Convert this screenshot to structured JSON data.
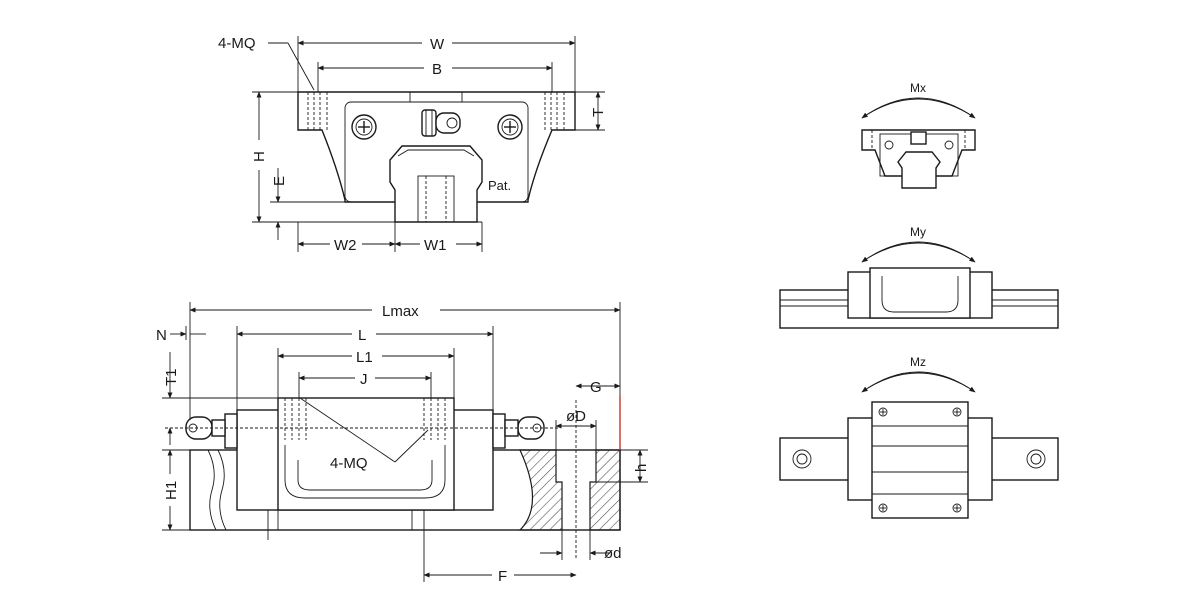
{
  "labels": {
    "mq_top": "4-MQ",
    "w": "W",
    "b": "B",
    "h": "H",
    "e": "E",
    "t": "T",
    "w2": "W2",
    "w1": "W1",
    "pat": "Pat.",
    "lmax": "Lmax",
    "n": "N",
    "l": "L",
    "l1": "L1",
    "j": "J",
    "t1": "T1",
    "h1": "H1",
    "g": "G",
    "phi_d_big": "øD",
    "h_small": "h",
    "phi_d_small": "ød",
    "f": "F",
    "mq_side": "4-MQ",
    "mx": "Mx",
    "my": "My",
    "mz": "Mz"
  },
  "colors": {
    "line": "#1a1a1a",
    "hatch": "#555555",
    "accent_red": "#c0392b"
  }
}
